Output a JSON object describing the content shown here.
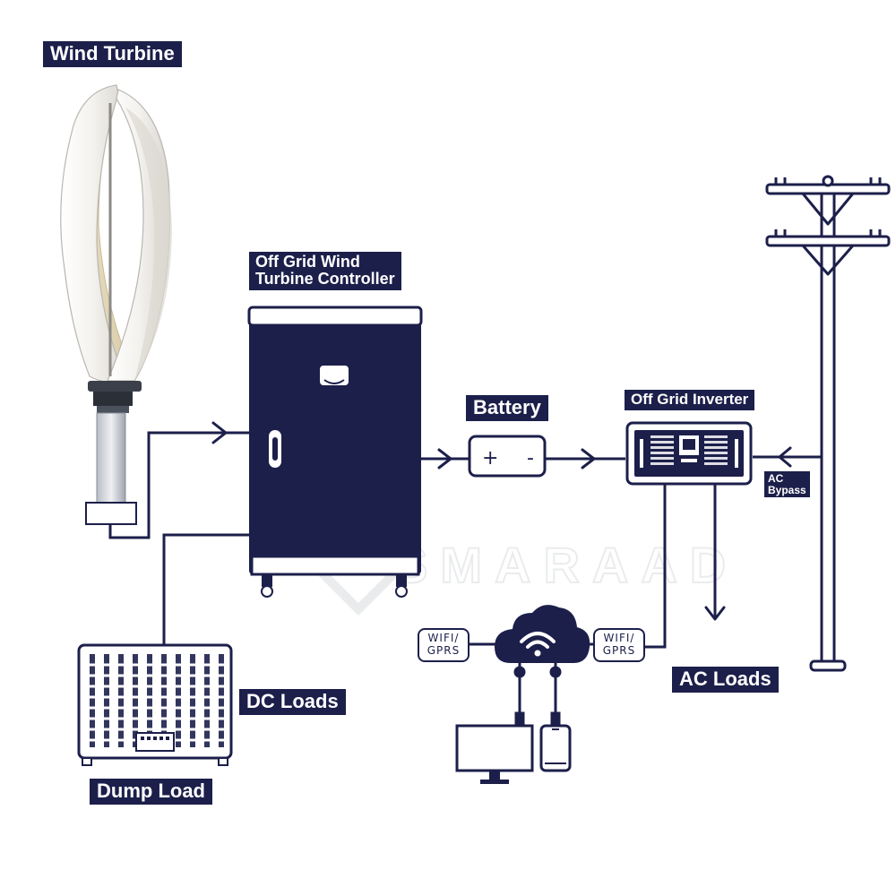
{
  "labels": {
    "wind_turbine": "Wind Turbine",
    "controller_line1": "Off Grid Wind",
    "controller_line2": "Turbine Controller",
    "battery": "Battery",
    "inverter": "Off Grid Inverter",
    "ac_bypass_line1": "AC",
    "ac_bypass_line2": "Bypass",
    "dc_loads": "DC Loads",
    "dump_load": "Dump Load",
    "ac_loads": "AC Loads"
  },
  "badges": {
    "left": {
      "line1": "WIFI/",
      "line2": "GPRS"
    },
    "right": {
      "line1": "WIFI/",
      "line2": "GPRS"
    }
  },
  "battery_terminals": {
    "positive": "+",
    "negative": "-"
  },
  "watermark": "SMARAAD",
  "colors": {
    "navy": "#1c1f4a",
    "line": "#1c1f4a",
    "white": "#ffffff",
    "blade_cream": "#e6dcc0"
  }
}
